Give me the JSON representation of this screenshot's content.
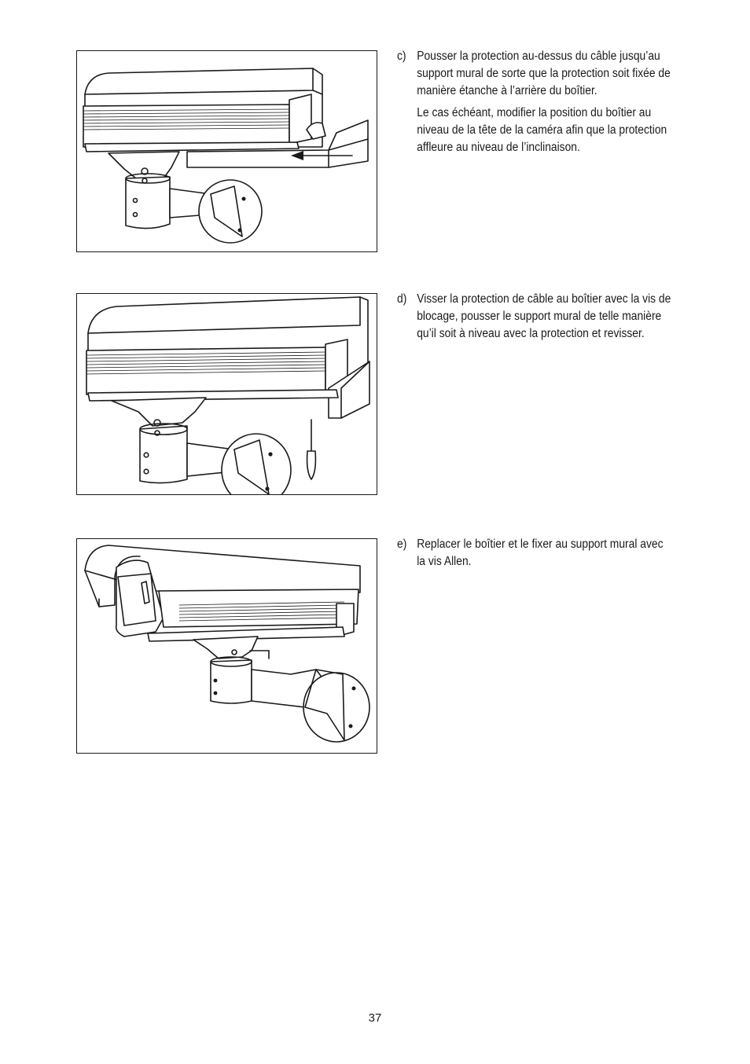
{
  "steps": [
    {
      "letter": "c)",
      "paragraphs": [
        "Pousser la protection au-dessus du câble jusqu’au support mural de sorte que la protection soit fixée de manière étanche à l’arrière du boîtier.",
        "Le cas échéant, modifier la position du boîtier au niveau de la tête de la caméra afin que la protection affleure au niveau de l’inclinaison."
      ]
    },
    {
      "letter": "d)",
      "paragraphs": [
        "Visser la protection de câble au boîtier avec la vis de blocage, pousser le support mural de telle manière qu’il soit à niveau avec la protection et revisser."
      ]
    },
    {
      "letter": "e)",
      "paragraphs": [
        "Replacer le boîtier et le fixer au support mural avec la vis Allen."
      ]
    }
  ],
  "page_number": "37"
}
